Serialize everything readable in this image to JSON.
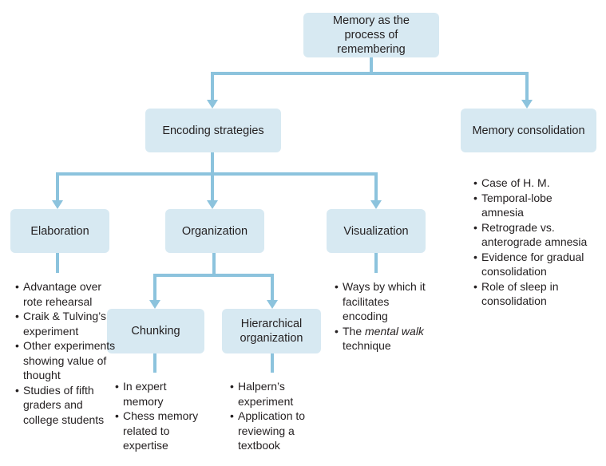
{
  "colors": {
    "box_fill": "#d7e9f2",
    "connector": "#8cc3dd",
    "text": "#231f20"
  },
  "nodes": {
    "root": "Memory as the process of remembering",
    "encoding": "Encoding strategies",
    "consolidation": "Memory consolidation",
    "elaboration": "Elaboration",
    "organization": "Organization",
    "visualization": "Visualization",
    "chunking": "Chunking",
    "hierarchical": "Hierarchical organization"
  },
  "lists": {
    "elaboration": [
      "Advantage over rote rehearsal",
      "Craik & Tulving’s experiment",
      "Other experiments showing value of thought",
      "Studies of fifth graders and college students"
    ],
    "consolidation": [
      "Case of H. M.",
      "Temporal-lobe amnesia",
      "Retrograde vs. anterograde amnesia",
      "Evidence for gradual consolidation",
      "Role of sleep in consolidation"
    ],
    "visualization": {
      "item1": "Ways by which it facilitates encoding",
      "item2_pre": "The ",
      "item2_em": "mental walk",
      "item2_post": " technique"
    },
    "chunking": [
      "In expert memory",
      "Chess memory related to expertise"
    ],
    "hierarchical": [
      "Halpern’s experiment",
      "Application to reviewing a textbook"
    ]
  }
}
